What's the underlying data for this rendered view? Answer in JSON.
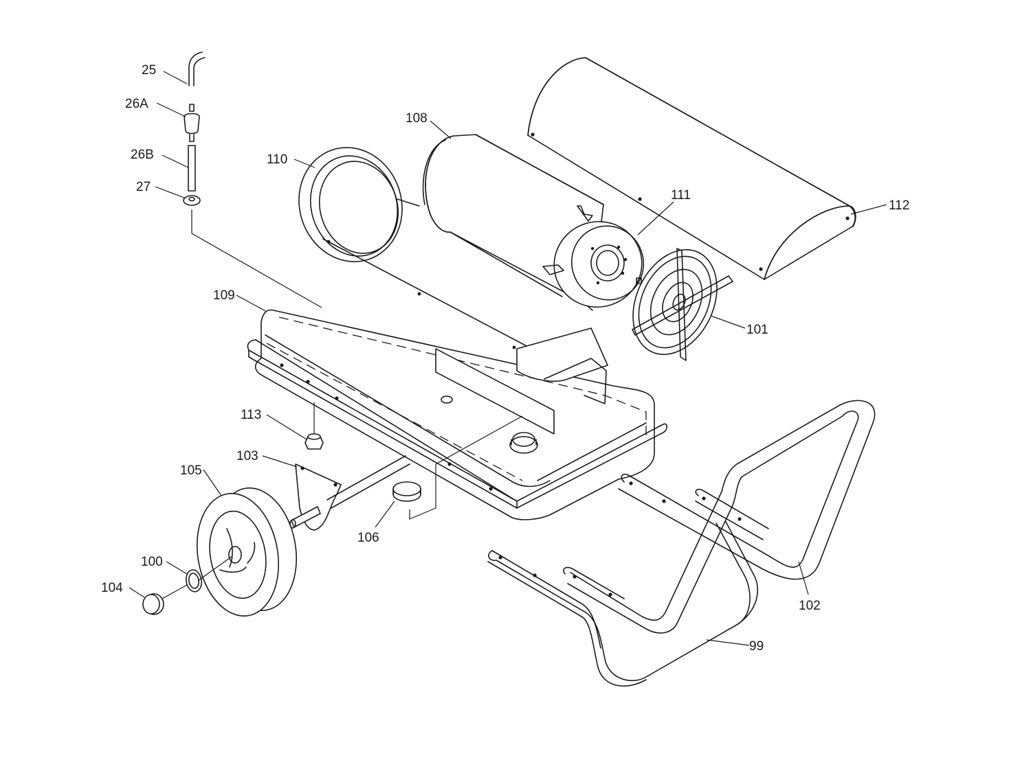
{
  "callouts": {
    "c25": "25",
    "c26a": "26A",
    "c26b": "26B",
    "c27": "27",
    "c110": "110",
    "c108": "108",
    "c111": "111",
    "c112": "112",
    "c101": "101",
    "c109": "109",
    "c113": "113",
    "c103": "103",
    "c105": "105",
    "c106": "106",
    "c100": "100",
    "c104": "104",
    "c102": "102",
    "c99": "99"
  }
}
